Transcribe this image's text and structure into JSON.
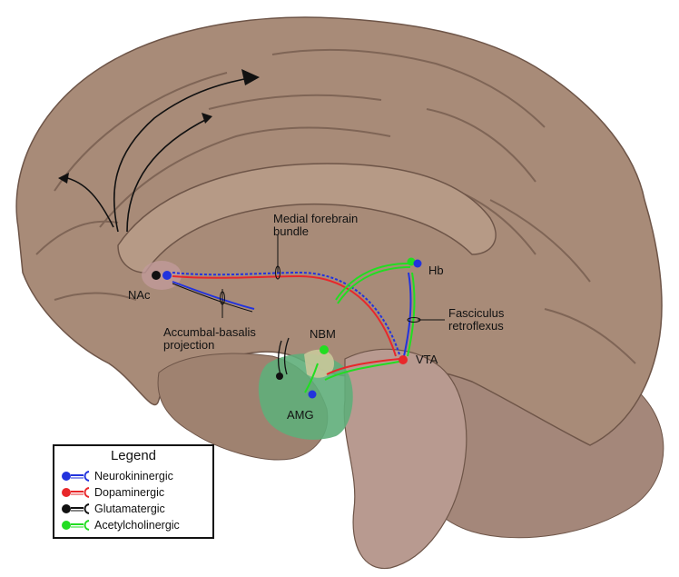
{
  "labels": {
    "medial_forebrain_bundle_line1": "Medial forebrain",
    "medial_forebrain_bundle_line2": "bundle",
    "hb": "Hb",
    "nac": "NAc",
    "fasciculus_line1": "Fasciculus",
    "fasciculus_line2": "retroflexus",
    "accumbal_line1": "Accumbal-basalis",
    "accumbal_line2": "projection",
    "nbm": "NBM",
    "vta": "VTA",
    "amg": "AMG"
  },
  "legend": {
    "title": "Legend",
    "items": [
      {
        "label": "Neurokininergic",
        "color": "#2233dd"
      },
      {
        "label": "Dopaminergic",
        "color": "#e8272a"
      },
      {
        "label": "Glutamatergic",
        "color": "#111111"
      },
      {
        "label": "Acetylcholinergic",
        "color": "#22dd22"
      }
    ]
  },
  "colors": {
    "brain": "#a88b78",
    "brain_dark": "#7a5f4f",
    "brainstem": "#b89a90",
    "amygdala": "#5fae7a"
  }
}
